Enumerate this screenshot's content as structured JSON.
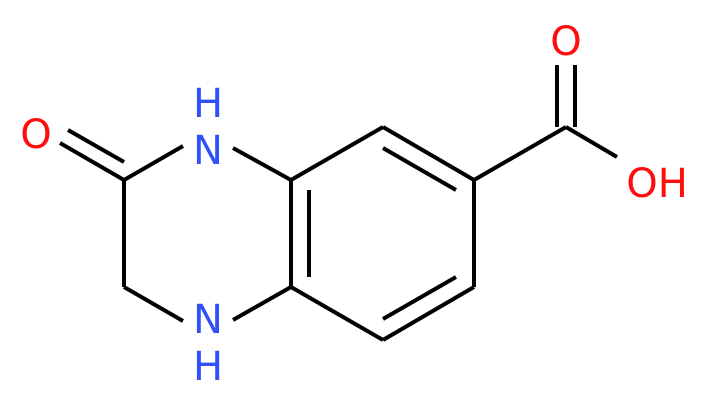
{
  "atoms": {
    "oxygen_carbonyl": {
      "label": "O",
      "color": "#FF0D0D"
    },
    "nh_top": {
      "label": "H",
      "color": "#3050F8"
    },
    "nh_bottom": {
      "label": "H",
      "color": "#3050F8"
    },
    "n_top": {
      "label": "N",
      "color": "#3050F8"
    },
    "n_bottom": {
      "label": "N",
      "color": "#3050F8"
    },
    "oxygen_acid": {
      "label": "O",
      "color": "#FF0D0D"
    },
    "hydroxyl": {
      "label": "OH",
      "color": "#FF0D0D"
    }
  },
  "colors": {
    "bond": "#000000",
    "nitrogen": "#3050F8",
    "oxygen": "#FF0D0D"
  }
}
